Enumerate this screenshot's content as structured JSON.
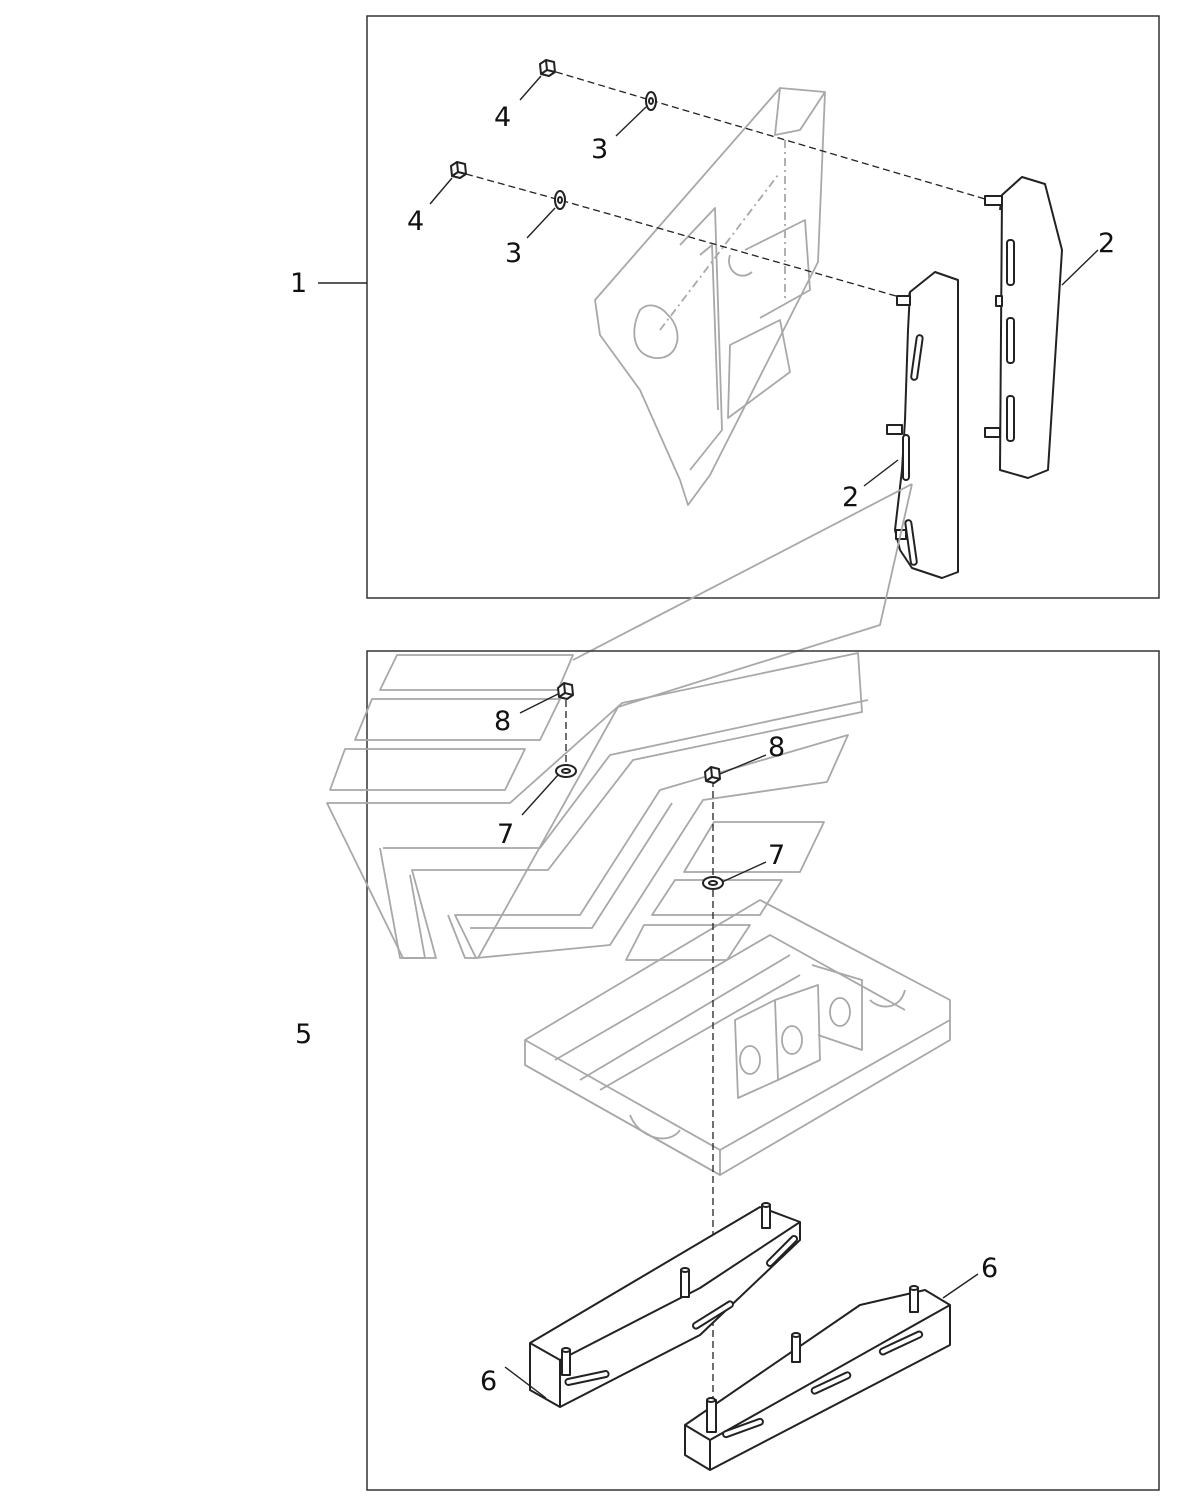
{
  "diagram": {
    "callouts": {
      "c1": "1",
      "c2a": "2",
      "c2b": "2",
      "c3a": "3",
      "c3b": "3",
      "c4a": "4",
      "c4b": "4",
      "c5": "5",
      "c6a": "6",
      "c6b": "6",
      "c7a": "7",
      "c7b": "7",
      "c8a": "8",
      "c8b": "8"
    }
  }
}
